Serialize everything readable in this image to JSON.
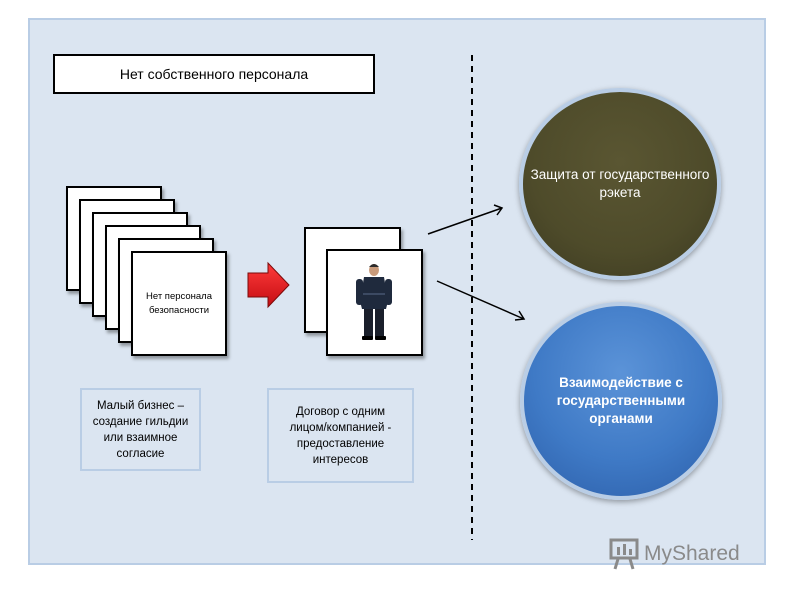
{
  "title": "Нет собственного персонала",
  "front_card": "Нет персонала безопасности",
  "note_left": "Малый бизнес – создание гильдии или взаимное согласие",
  "note_middle": "Договор с одним лицом/компанией - предоставление интересов",
  "circle_top": "Защита от государственного рэкета",
  "circle_bottom": "Взаимодействие с государственными органами",
  "watermark": {
    "text": "MyShared",
    "icon": "presentation-board-icon"
  },
  "colors": {
    "slide_bg": "#dbe5f1",
    "slide_border": "#b9cde5",
    "arrow_red": "#e8131a",
    "circle_top": "#4e4b2a",
    "circle_bottom": "#3f7ac6"
  }
}
